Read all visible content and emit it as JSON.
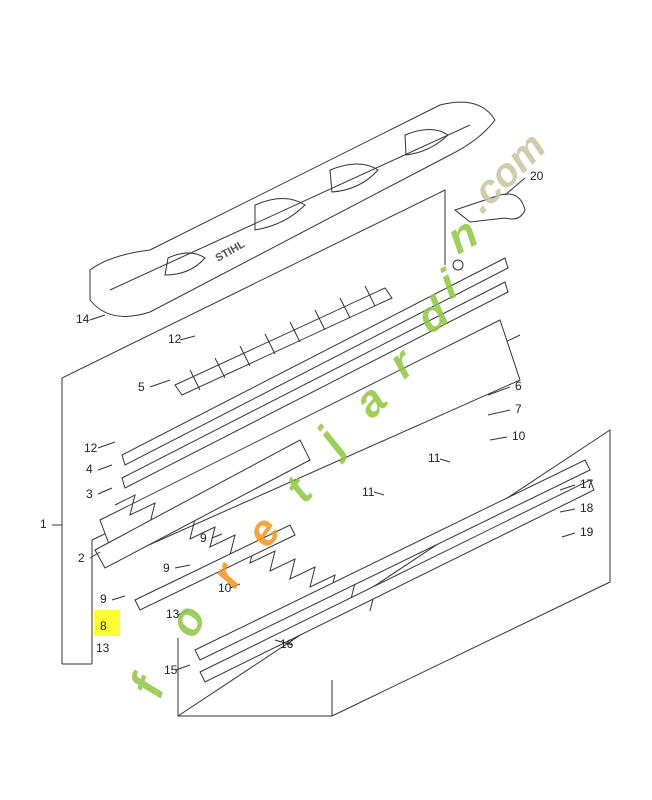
{
  "brand_text": "STIHL",
  "watermark": {
    "letters": [
      "f",
      "o",
      "r",
      "e",
      "t",
      "j",
      "a",
      "r",
      "d",
      "i",
      "n",
      ".com"
    ],
    "colors": [
      "#8dc63f",
      "#8dc63f",
      "#f7941d",
      "#f7941d",
      "#8dc63f",
      "#8dc63f",
      "#8dc63f",
      "#8dc63f",
      "#8dc63f",
      "#8dc63f",
      "#8dc63f",
      "#c8c3a0"
    ]
  },
  "highlight_color": "#ffff33",
  "callouts": [
    "1",
    "2",
    "3",
    "4",
    "5",
    "6",
    "7",
    "8",
    "9",
    "9",
    "9",
    "10",
    "10",
    "11",
    "11",
    "12",
    "12",
    "13",
    "13",
    "14",
    "15",
    "16",
    "17",
    "18",
    "19",
    "20"
  ],
  "highlighted_callout": "8"
}
